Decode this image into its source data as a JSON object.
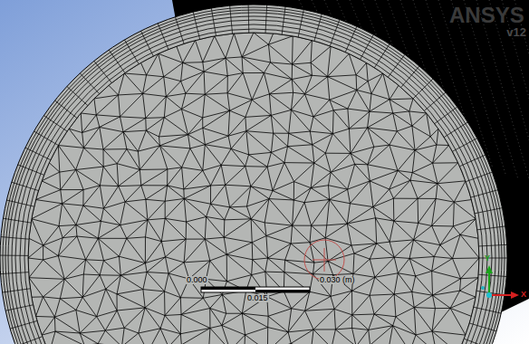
{
  "diagram": {
    "labels": [
      "ANSYS",
      "v12",
      "0.000",
      "0.030 (m)",
      "0.015",
      "Y",
      "X"
    ]
  }
}
